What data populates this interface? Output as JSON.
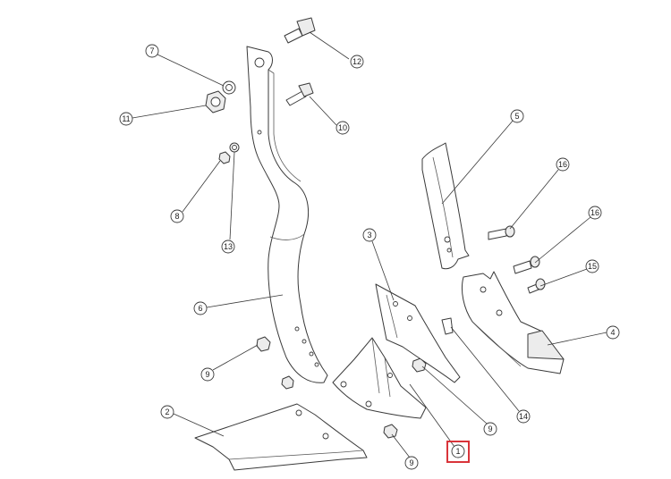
{
  "callouts": [
    {
      "id": "c7",
      "label": "7"
    },
    {
      "id": "c11",
      "label": "11"
    },
    {
      "id": "c12",
      "label": "12"
    },
    {
      "id": "c10",
      "label": "10"
    },
    {
      "id": "c8",
      "label": "8"
    },
    {
      "id": "c13",
      "label": "13"
    },
    {
      "id": "c5",
      "label": "5"
    },
    {
      "id": "c16a",
      "label": "16"
    },
    {
      "id": "c16b",
      "label": "16"
    },
    {
      "id": "c15",
      "label": "15"
    },
    {
      "id": "c3",
      "label": "3"
    },
    {
      "id": "c6",
      "label": "6"
    },
    {
      "id": "c4",
      "label": "4"
    },
    {
      "id": "c9a",
      "label": "9"
    },
    {
      "id": "c14",
      "label": "14"
    },
    {
      "id": "c2",
      "label": "2"
    },
    {
      "id": "c9b",
      "label": "9"
    },
    {
      "id": "c1",
      "label": "1"
    },
    {
      "id": "c9c",
      "label": "9"
    }
  ],
  "highlight_color": "#d9343a"
}
